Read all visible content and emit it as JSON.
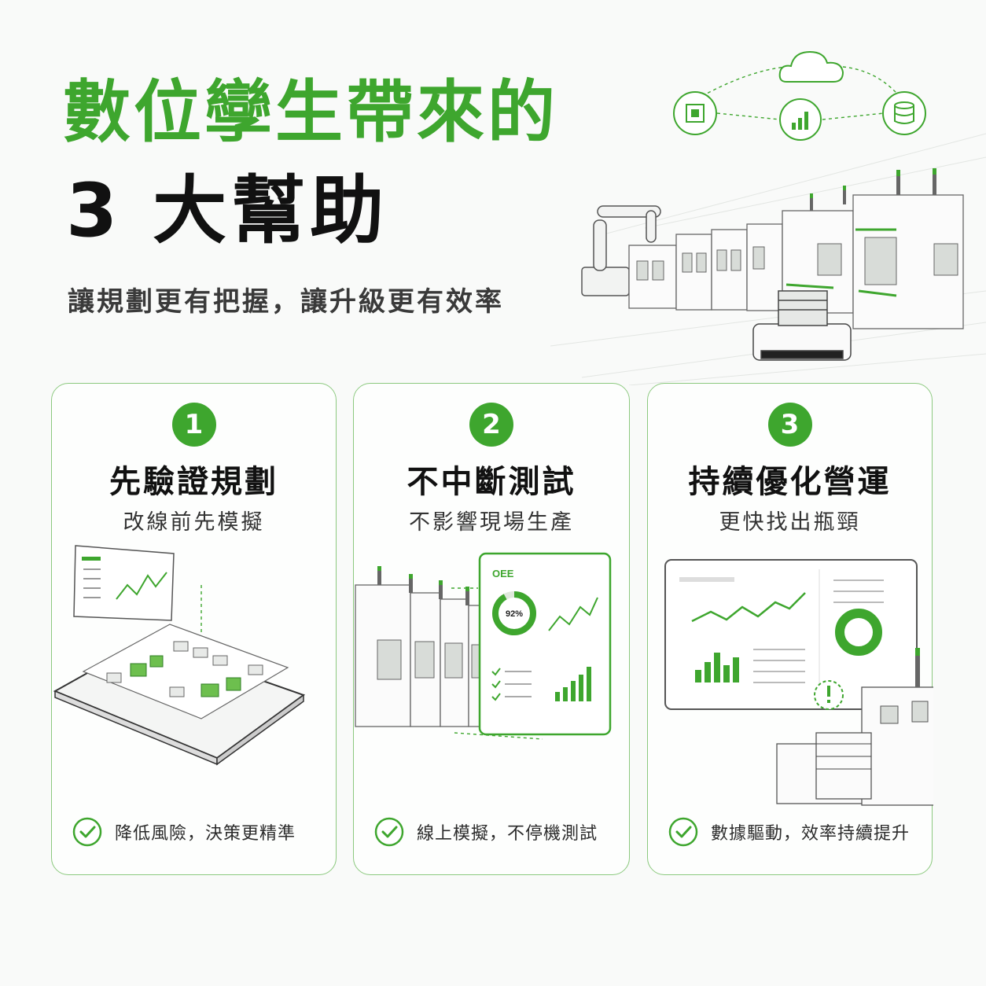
{
  "header": {
    "title_line1": "數位孿生帶來的",
    "title_line2": "3 大幫助",
    "subtitle": "讓規劃更有把握，讓升級更有效率"
  },
  "colors": {
    "accent": "#3ea62e",
    "card_border": "#8cc97f",
    "text_dark": "#111111"
  },
  "cards": [
    {
      "number": "1",
      "title": "先驗證規劃",
      "subtitle": "改線前先模擬",
      "benefit": "降低風險，決策更精準",
      "icon": "factory-floor-simulation"
    },
    {
      "number": "2",
      "title": "不中斷測試",
      "subtitle": "不影響現場生產",
      "benefit": "線上模擬，不停機測試",
      "icon": "production-line-dashboard",
      "dashboard_label": "OEE",
      "dashboard_value": "92%",
      "dashboard_fraction": 0.92
    },
    {
      "number": "3",
      "title": "持續優化營運",
      "subtitle": "更快找出瓶頸",
      "benefit": "數據驅動，效率持續提升",
      "icon": "analytics-dashboard"
    }
  ],
  "hero_icons": [
    "cloud-icon",
    "chip-icon",
    "bar-chart-icon",
    "database-icon"
  ]
}
